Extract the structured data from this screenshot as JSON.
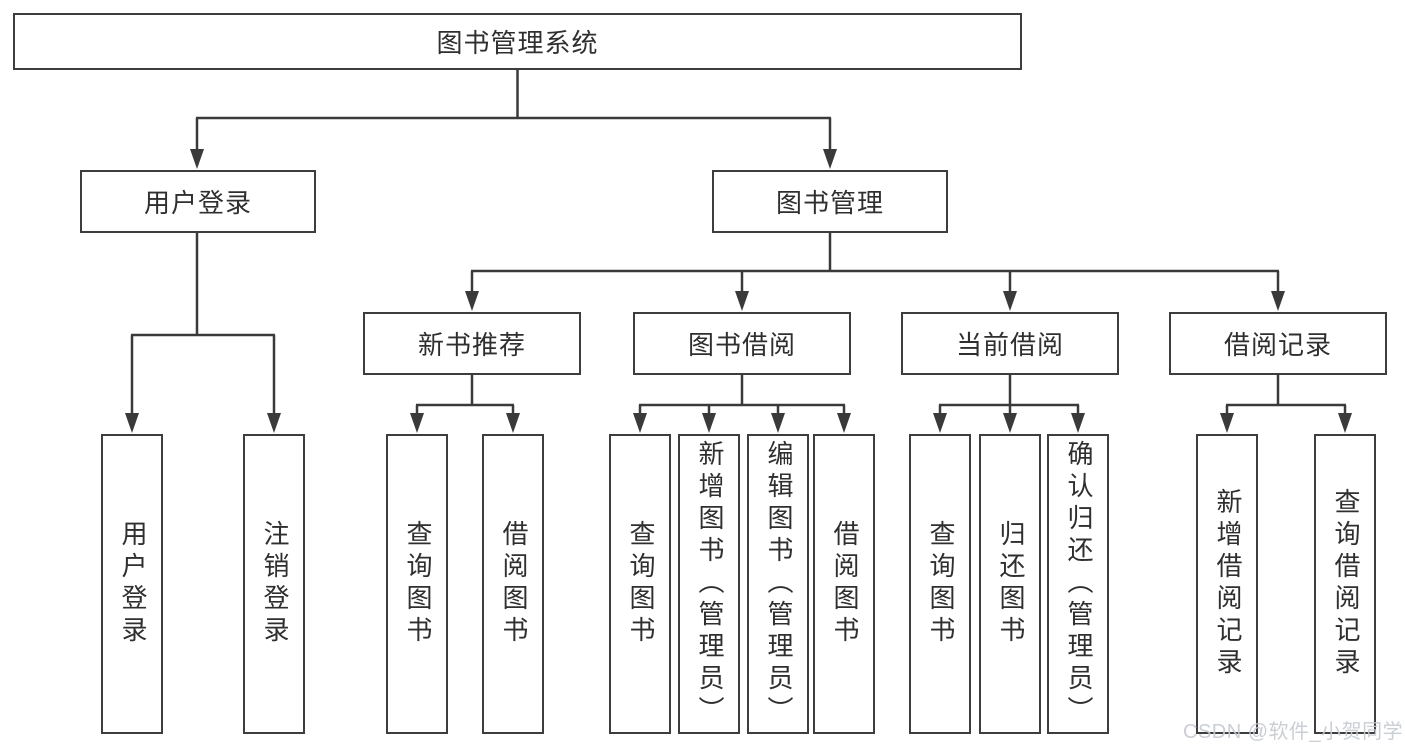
{
  "diagram_title": "图书管理系统",
  "tree": {
    "label": "图书管理系统",
    "children": [
      {
        "label": "用户登录",
        "children": [
          {
            "label": "用户登录"
          },
          {
            "label": "注销登录"
          }
        ]
      },
      {
        "label": "图书管理",
        "children": [
          {
            "label": "新书推荐",
            "children": [
              {
                "label": "查询图书"
              },
              {
                "label": "借阅图书"
              }
            ]
          },
          {
            "label": "图书借阅",
            "children": [
              {
                "label": "查询图书"
              },
              {
                "label": "新增图书（管理员）"
              },
              {
                "label": "编辑图书（管理员）"
              },
              {
                "label": "借阅图书"
              }
            ]
          },
          {
            "label": "当前借阅",
            "children": [
              {
                "label": "查询图书"
              },
              {
                "label": "归还图书"
              },
              {
                "label": "确认归还（管理员）"
              }
            ]
          },
          {
            "label": "借阅记录",
            "children": [
              {
                "label": "新增借阅记录"
              },
              {
                "label": "查询借阅记录"
              }
            ]
          }
        ]
      }
    ]
  },
  "watermark": "CSDN @软件_小贺同学",
  "colors": {
    "background": "#ffffff",
    "line": "#3a3a3a",
    "box_border": "#3d3d3d",
    "text": "#2f2f2f",
    "watermark": "#c6cad1"
  }
}
